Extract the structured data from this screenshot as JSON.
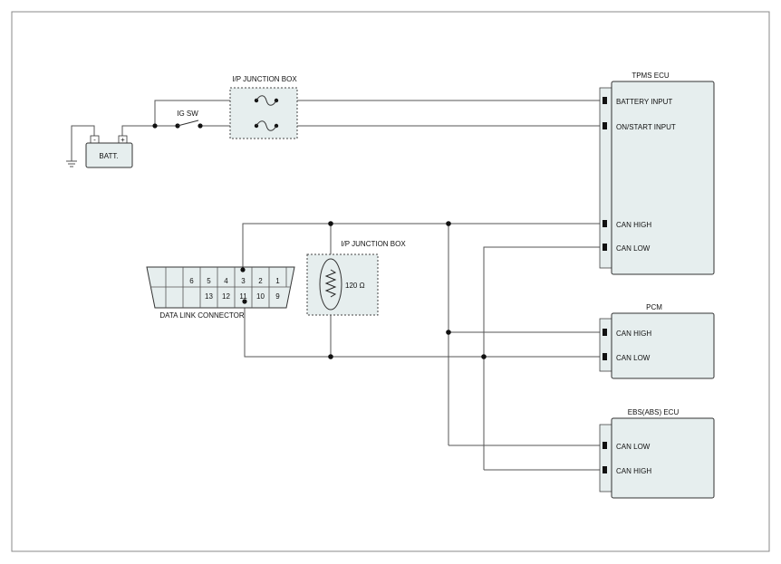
{
  "battery": {
    "label": "BATT.",
    "neg": "-",
    "pos": "+"
  },
  "ig_switch": {
    "label": "IG SW"
  },
  "ip_junction_box_1": {
    "label": "I/P JUNCTION BOX"
  },
  "ip_junction_box_2": {
    "label": "I/P JUNCTION BOX",
    "resistor_label": "120  Ω"
  },
  "data_link_connector": {
    "label": "DATA LINK CONNECTOR",
    "top_pins": [
      "6",
      "5",
      "4",
      "3",
      "2",
      "1"
    ],
    "bottom_pins": [
      "13",
      "12",
      "11",
      "10",
      "9"
    ]
  },
  "tpms_ecu": {
    "title": "TPMS ECU",
    "pins": [
      "BATTERY INPUT",
      "ON/START INPUT",
      "CAN HIGH",
      "CAN LOW"
    ]
  },
  "pcm": {
    "title": "PCM",
    "pins": [
      "CAN HIGH",
      "CAN LOW"
    ]
  },
  "ebs_ecu": {
    "title": "EBS(ABS) ECU",
    "pins": [
      "CAN LOW",
      "CAN HIGH"
    ]
  },
  "colors": {
    "component_fill": "#e6eeee",
    "wire": "#555555",
    "border": "#333333"
  }
}
